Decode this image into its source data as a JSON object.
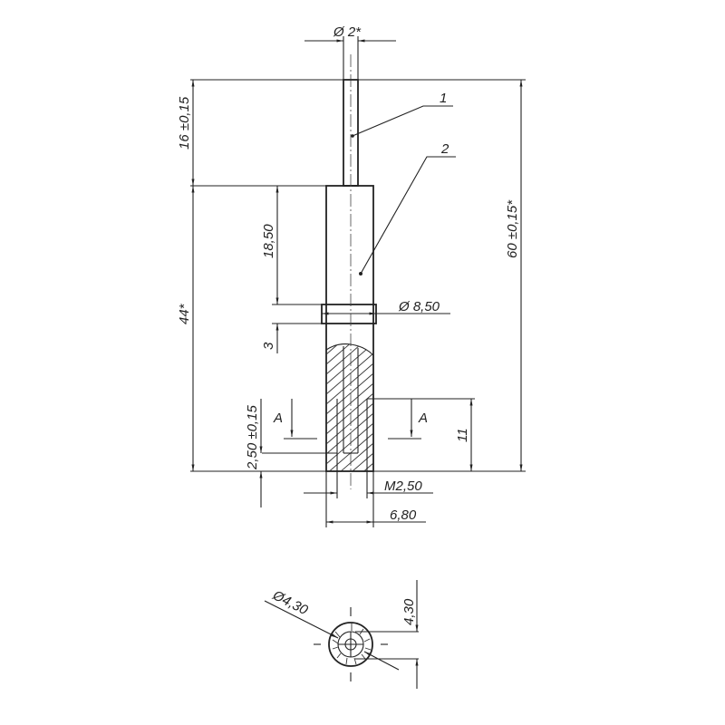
{
  "drawing": {
    "dimensions": {
      "pin_diameter": "Ø 2*",
      "pin_length": "16 ±0,15",
      "overall_length": "60 ±0,15*",
      "body_length": "44*",
      "upper_body": "18,50",
      "collar_width": "3",
      "collar_diameter": "Ø 8,50",
      "bottom_offset": "2,50 ±0,15",
      "thread_depth": "11",
      "thread": "M2,50",
      "body_diameter": "6,80",
      "bore_diameter": "Ø4,30",
      "bore_offset": "4,30"
    },
    "callouts": [
      "1",
      "2"
    ],
    "section_labels": [
      "A",
      "A"
    ]
  }
}
